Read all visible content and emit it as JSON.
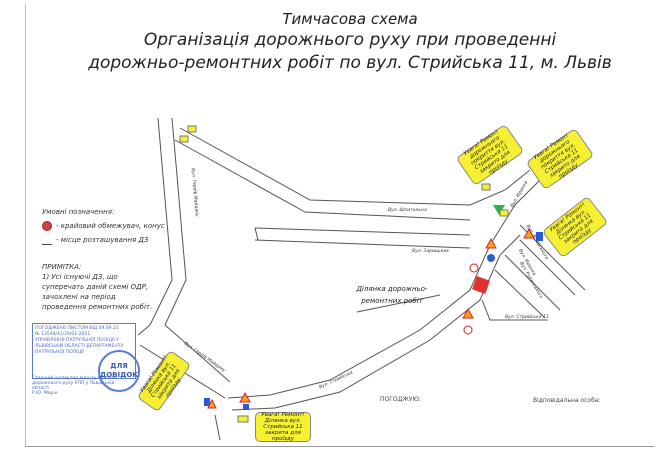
{
  "title": {
    "line1": "Тимчасова схема",
    "line2": "Організація дорожнього руху при проведенні",
    "line3": "дорожньо-ремонтних робіт по вул. Стрийська 11, м. Львів"
  },
  "legend": {
    "heading": "Умовні позначення:",
    "cone": "- крайовий обмежувач, конус",
    "sign_place": "- місце розташування ДЗ"
  },
  "note": {
    "heading": "ПРИМІТКА:",
    "text": "1) Усі існуючі ДЗ, що суперечать даній схемі ОДР, зачохлені на період проведення ремонтних робіт."
  },
  "stamp": {
    "line1": "ПОГОДЖЕНО ЛИСТОМ ВІД 09.09.21",
    "line2": "№ 13548/41/29/02-2021",
    "line3": "УПРАВЛІННЯ ПАТРУЛЬНОЇ ПОЛІЦІЇ У ЛЬВІВСЬКІЙ ОБЛАСТІ ДЕПАРТАМЕНТУ ПАТРУЛЬНОЇ ПОЛІЦІЇ",
    "line4": "Старший інспектор відділу безпеки дорожнього руху УПП у Львівській області",
    "line5": "Р.Ю. Марін",
    "seal": "ДЛЯ ДОВІДОК"
  },
  "streets": {
    "heroiv1": "Вул. Героїв Майдану",
    "heroiv2": "Вул. Героїв Майдану",
    "shpytalna": "Вул. Шпитальна",
    "zarytskykh": "Вул. Зарицьких",
    "franka": "Вул. Франка",
    "vitovskoho": "Вул. Вітовського",
    "franka2": "Вул. Франка",
    "rudanskoho": "Вул. Руданського",
    "stryiska11": "Вул. Стрийська 11",
    "stryiska": "Вул. Стрийська"
  },
  "work_area": "Ділянка дорожньо-ремонтних робіт",
  "notes": {
    "n1": "Увага! Ремонт дорожнього покриття вул. Стрийська 11 закрито для проїзду",
    "n2": "Увага! Ремонт дорожнього покриття вул. Стрийська 11 закрито для проїзду",
    "n3": "Увага! Ремонт! Ділянка вул. Стрийська 11 закрита для проїзду",
    "n4": "Увага! Ремонт! Ділянка вул. Стрийська 11 закрита для проїзду",
    "n5": "Увага! Ремонт! Ділянка вул. Стрийська 11 закрита для проїзду"
  },
  "footer": {
    "agreed": "ПОГОДЖУЮ:",
    "responsible": "Відповідальна особа:"
  },
  "colors": {
    "sign_yellow": "#f5f032",
    "work_red": "#e03030",
    "triangle_green": "#2db34a",
    "stamp_blue": "#5a7bd0"
  }
}
